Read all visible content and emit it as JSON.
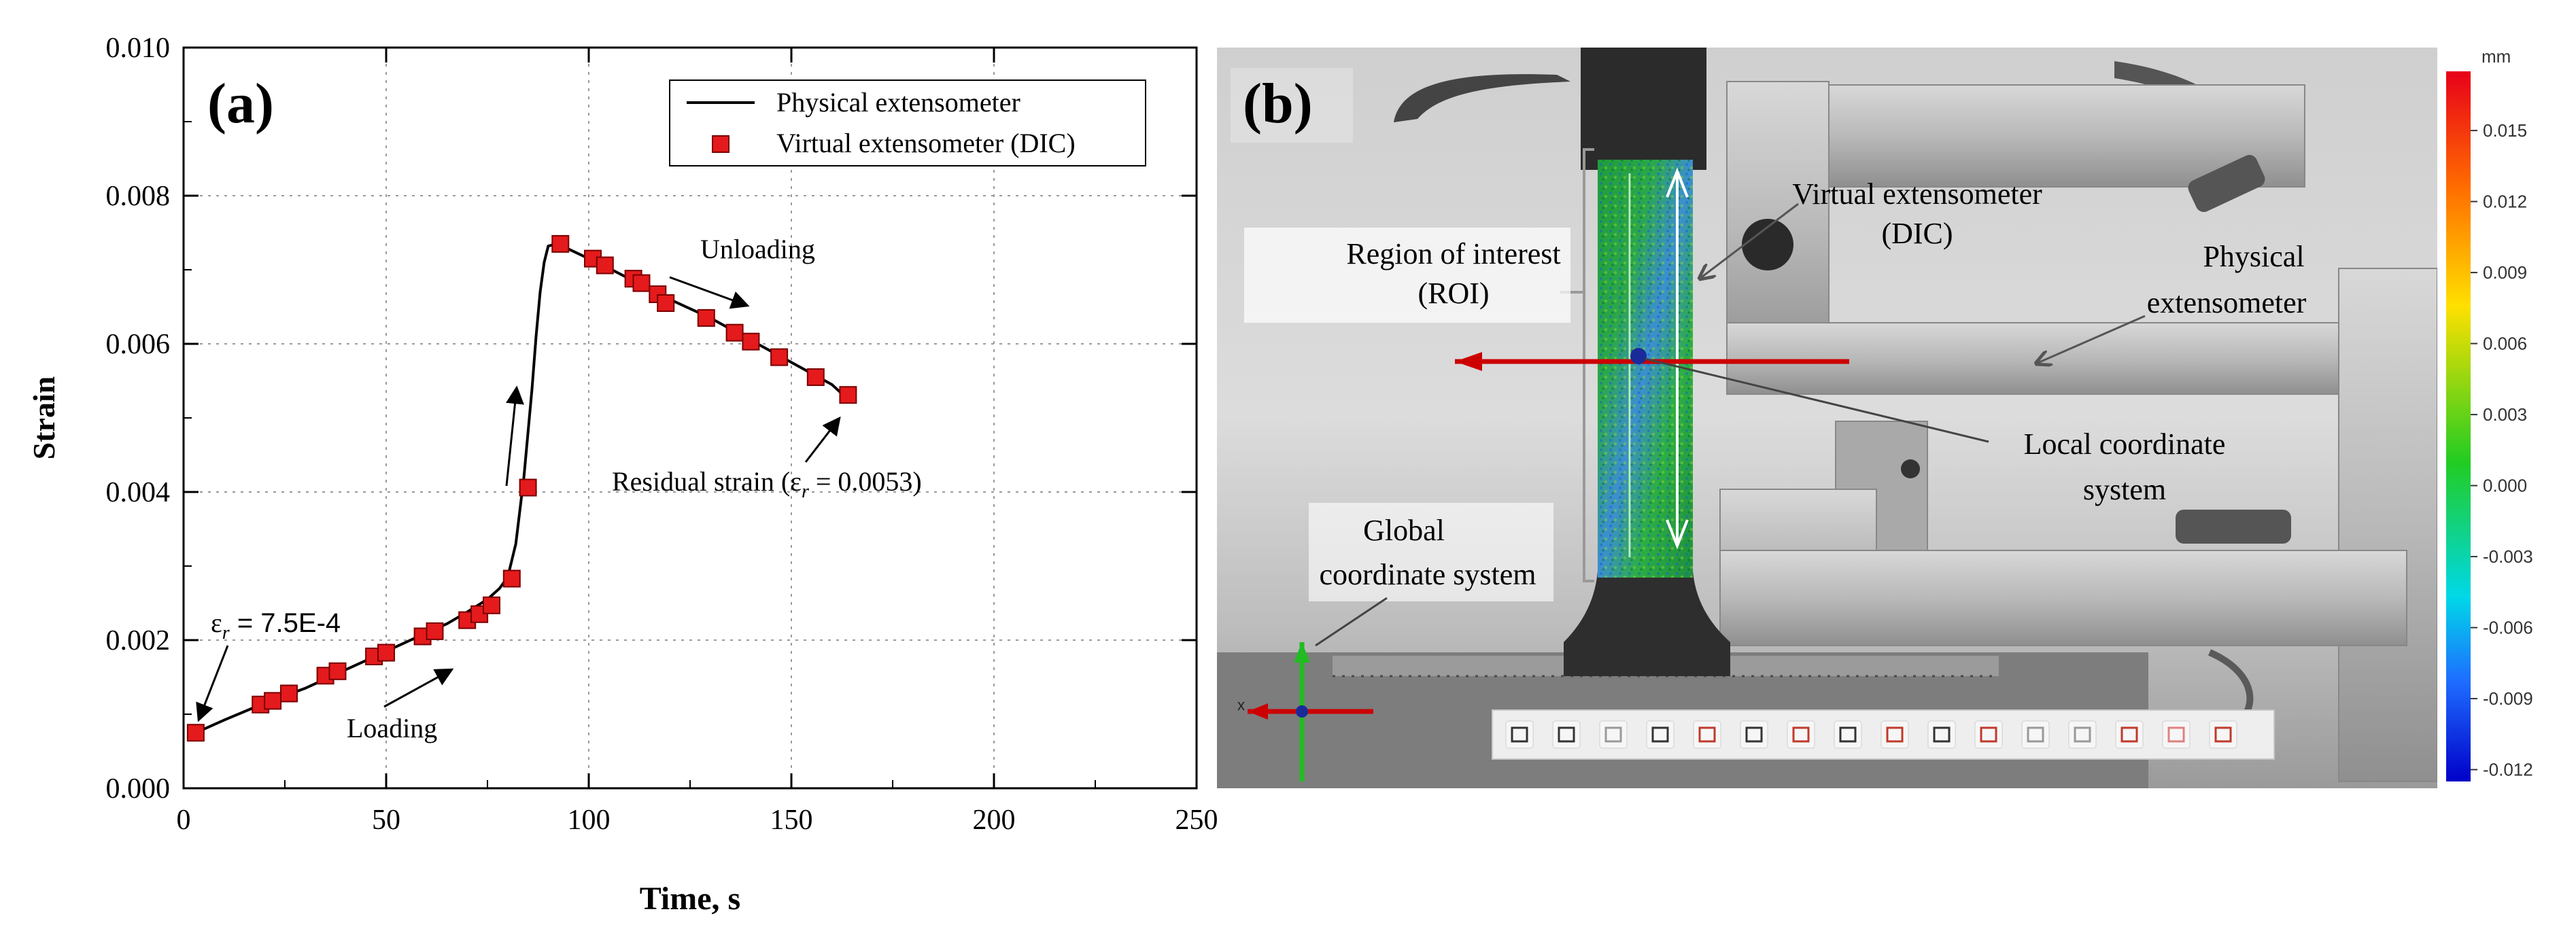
{
  "panel_a": {
    "panel_label": "(a)",
    "annotations": {
      "unloading": "Unloading",
      "loading": "Loading",
      "residual": "Residual strain (ε",
      "residual_sub": "r",
      "residual_tail": " = 0.0053)",
      "start_eps": "ε",
      "start_sub": "r",
      "start_tail": " = 7.5E-4"
    }
  },
  "chart_data": {
    "type": "line",
    "xlabel": "Time, s",
    "ylabel": "Strain",
    "xlim": [
      0,
      250
    ],
    "ylim": [
      0,
      0.01
    ],
    "x_ticks": [
      "0",
      "50",
      "100",
      "150",
      "200",
      "250"
    ],
    "y_ticks": [
      "0.000",
      "0.002",
      "0.004",
      "0.006",
      "0.008",
      "0.010"
    ],
    "grid": true,
    "legend_position": "top-right",
    "series": [
      {
        "name": "Physical extensometer",
        "style": "line",
        "color": "#000000",
        "x": [
          3,
          10,
          20,
          30,
          40,
          50,
          60,
          65,
          70,
          75,
          78,
          80,
          82,
          84,
          86,
          87,
          88,
          89,
          90,
          92,
          95,
          100,
          105,
          110,
          115,
          120,
          130,
          140,
          150,
          160,
          163
        ],
        "y": [
          0.00075,
          0.00092,
          0.00115,
          0.00135,
          0.0016,
          0.00185,
          0.0021,
          0.00222,
          0.00238,
          0.00255,
          0.0027,
          0.00285,
          0.0033,
          0.0042,
          0.0054,
          0.0061,
          0.0067,
          0.0071,
          0.00732,
          0.00735,
          0.00728,
          0.00715,
          0.00702,
          0.00688,
          0.00672,
          0.0066,
          0.00635,
          0.00605,
          0.00575,
          0.00545,
          0.0053
        ]
      },
      {
        "name": "Virtual extensometer (DIC)",
        "style": "marker",
        "color": "#e41a1c",
        "x": [
          3,
          19,
          22,
          26,
          35,
          38,
          47,
          50,
          59,
          62,
          70,
          73,
          76,
          81,
          85,
          93,
          101,
          104,
          111,
          113,
          117,
          119,
          129,
          136,
          140,
          147,
          156,
          164
        ],
        "y": [
          0.00075,
          0.00113,
          0.00118,
          0.00128,
          0.00152,
          0.00158,
          0.00178,
          0.00183,
          0.00205,
          0.00212,
          0.00227,
          0.00235,
          0.00247,
          0.00283,
          0.00406,
          0.00735,
          0.00715,
          0.00706,
          0.00688,
          0.00682,
          0.00667,
          0.00655,
          0.00635,
          0.00615,
          0.00603,
          0.00582,
          0.00555,
          0.00531
        ]
      }
    ]
  },
  "panel_b": {
    "panel_label": "(b)",
    "colorbar": {
      "unit": "mm",
      "ticks": [
        "0.015",
        "0.012",
        "0.009",
        "0.006",
        "0.003",
        "0.000",
        "-0.003",
        "-0.006",
        "-0.009",
        "-0.012"
      ],
      "range": [
        -0.0125,
        0.0175
      ]
    },
    "labels": {
      "virtual_ext_1": "Virtual extensometer",
      "virtual_ext_2": "(DIC)",
      "roi_1": "Region of interest",
      "roi_2": "(ROI)",
      "physical_1": "Physical",
      "physical_2": "extensometer",
      "local_1": "Local coordinate",
      "local_2": "system",
      "global_1": "Global",
      "global_2": "coordinate system",
      "axis_x": "x"
    },
    "toolbar_icons": [
      "image-icon",
      "chart-icon",
      "select-icon",
      "split-icon",
      "point-icon",
      "line-point-icon",
      "distance-icon",
      "rectangle-icon",
      "frame-icon",
      "angle-icon",
      "link-icon",
      "grid-icon",
      "fit-icon",
      "check-icon",
      "close-icon",
      "layout-icon"
    ]
  }
}
